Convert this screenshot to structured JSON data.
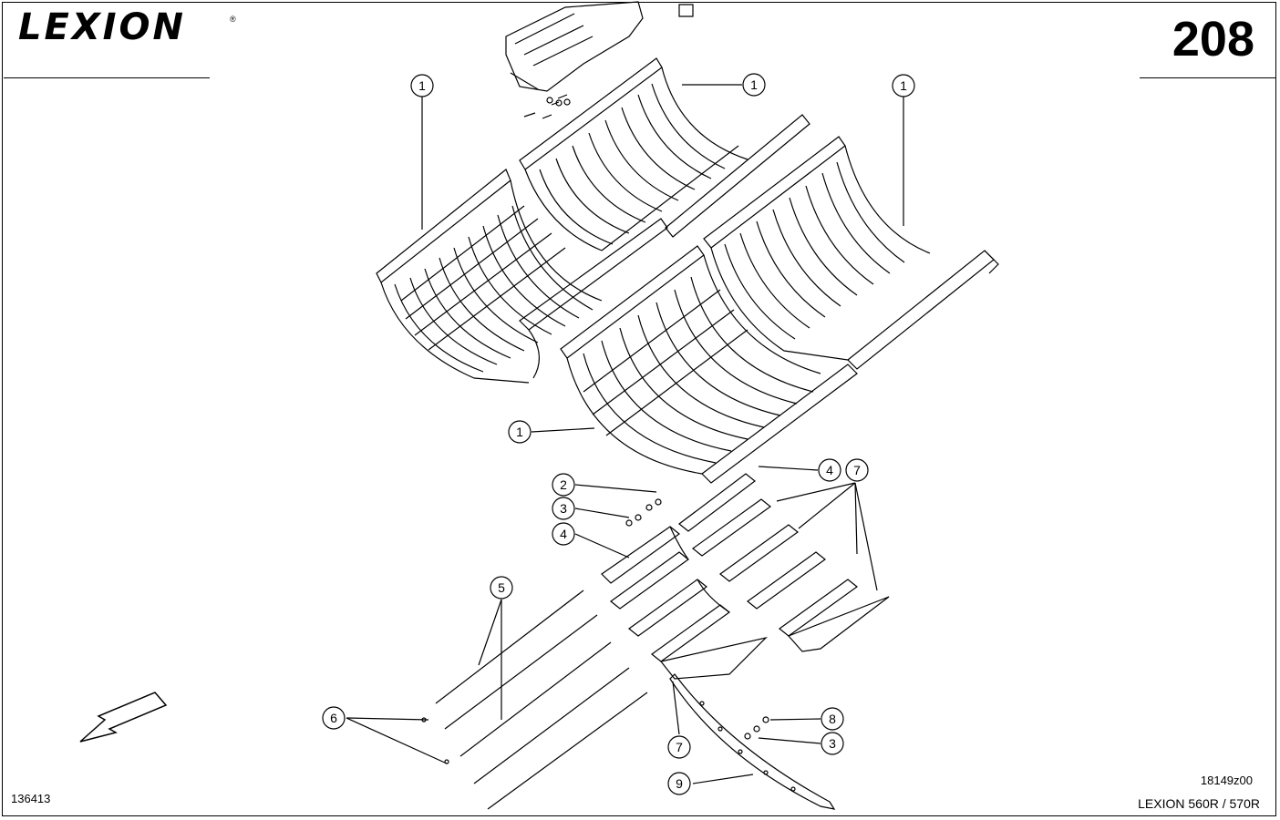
{
  "header": {
    "brand": "LEXION",
    "brand_mark": "®",
    "page_number": "208"
  },
  "footer": {
    "figure_code": "18149z00",
    "model": "LEXION 560R / 570R",
    "part_code": "136413"
  },
  "callouts": [
    "1",
    "1",
    "1",
    "1",
    "2",
    "3",
    "4",
    "4",
    "7",
    "5",
    "6",
    "7",
    "8",
    "3",
    "9"
  ],
  "icons": {
    "direction": "forward-arrow-icon"
  }
}
